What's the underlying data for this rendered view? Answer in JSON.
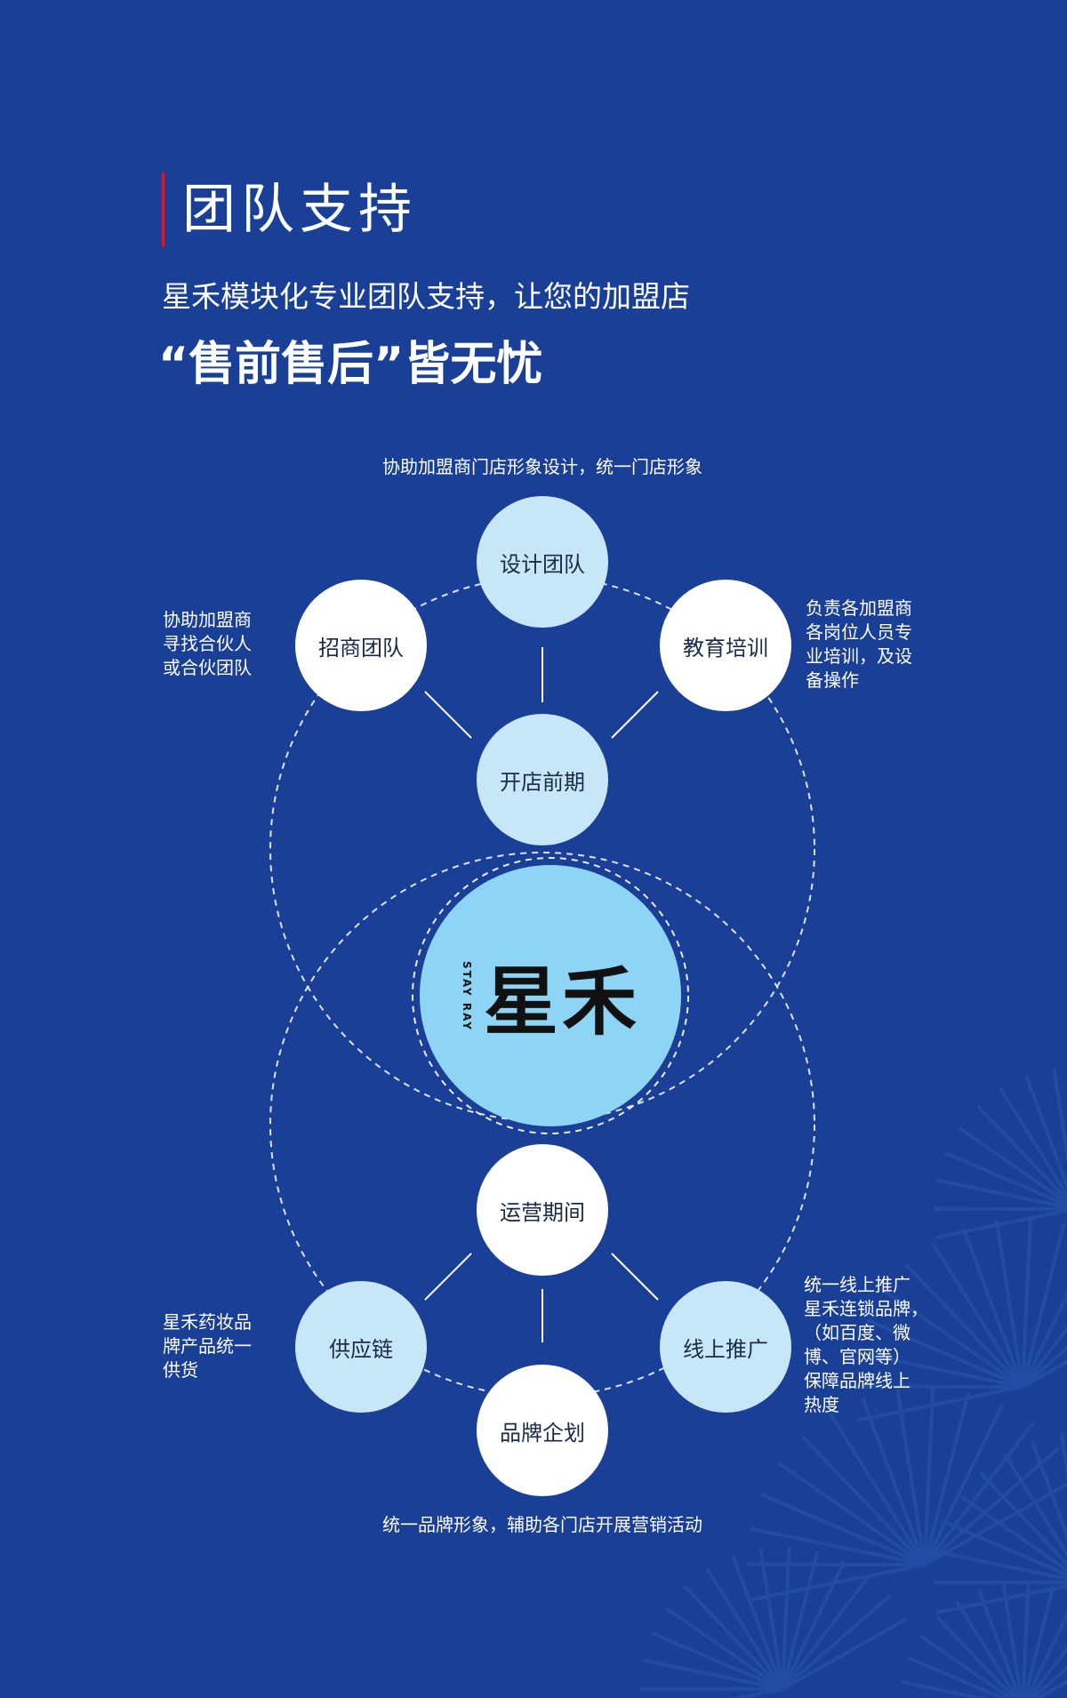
{
  "header": {
    "title": "团队支持",
    "subtitle": "星禾模块化专业团队支持，让您的加盟店",
    "headline": "“售前售后”皆无忧"
  },
  "center_logo": {
    "main": "星禾",
    "sub": "STAY RAY"
  },
  "groups": {
    "pre_open": {
      "hub": "开店前期",
      "nodes": {
        "design": "设计团队",
        "recruit": "招商团队",
        "training": "教育培训"
      },
      "descriptions": {
        "design": "协助加盟商门店形象设计，统一门店形象",
        "recruit": "协助加盟商\n寻找合伙人\n或合伙团队",
        "training": "负责各加盟商\n各岗位人员专\n业培训，及设\n备操作"
      }
    },
    "operation": {
      "hub": "运营期间",
      "nodes": {
        "supply": "供应链",
        "online": "线上推广",
        "brand": "品牌企划"
      },
      "descriptions": {
        "supply": "星禾药妆品\n牌产品统一\n供货",
        "online": "统一线上推广\n星禾连锁品牌，\n（如百度、微\n博、官网等）\n保障品牌线上\n热度",
        "brand": "统一品牌形象，辅助各门店开展营销活动"
      }
    }
  },
  "colors": {
    "background": "#1a3f96",
    "accent_bar": "#d21e2b",
    "node_white": "#ffffff",
    "node_light": "#c7e6f7",
    "center": "#8ed4f5"
  }
}
